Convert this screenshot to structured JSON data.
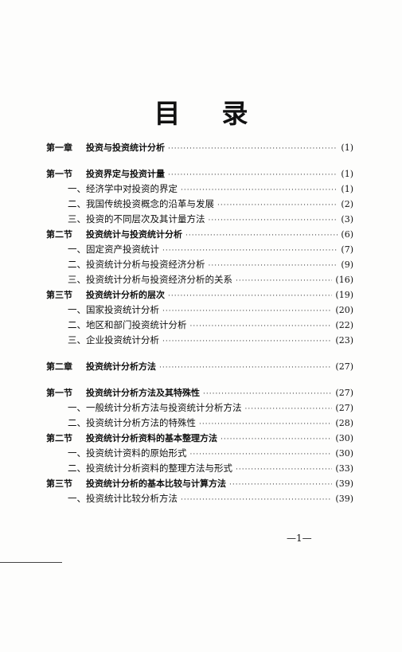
{
  "title_chars": [
    "目",
    "录"
  ],
  "toc": [
    {
      "type": "heading",
      "label": "第一章",
      "text": "投资与投资统计分析",
      "page": "(1)",
      "space_after": "lg"
    },
    {
      "type": "heading",
      "label": "第一节",
      "text": "投资界定与投资计量",
      "page": "(1)"
    },
    {
      "type": "item",
      "label": "一、",
      "text": "经济学中对投资的界定",
      "page": "(1)"
    },
    {
      "type": "item",
      "label": "二、",
      "text": "我国传统投资概念的沿革与发展",
      "page": "(2)"
    },
    {
      "type": "item",
      "label": "三、",
      "text": "投资的不同层次及其计量方法",
      "page": "(3)"
    },
    {
      "type": "heading",
      "label": "第二节",
      "text": "投资统计与投资统计分析",
      "page": "(6)"
    },
    {
      "type": "item",
      "label": "一、",
      "text": "固定资产投资统计",
      "page": "(7)"
    },
    {
      "type": "item",
      "label": "二、",
      "text": "投资统计分析与投资经济分析",
      "page": "(9)"
    },
    {
      "type": "item",
      "label": "三、",
      "text": "投资统计分析与投资经济分析的关系",
      "page": "(16)"
    },
    {
      "type": "heading",
      "label": "第三节",
      "text": "投资统计分析的层次",
      "page": "(19)"
    },
    {
      "type": "item",
      "label": "一、",
      "text": "国家投资统计分析",
      "page": "(20)"
    },
    {
      "type": "item",
      "label": "二、",
      "text": "地区和部门投资统计分析",
      "page": "(22)"
    },
    {
      "type": "item",
      "label": "三、",
      "text": "企业投资统计分析",
      "page": "(23)",
      "space_after": "lg"
    },
    {
      "type": "heading",
      "label": "第二章",
      "text": "投资统计分析方法",
      "page": "(27)",
      "space_after": "lg"
    },
    {
      "type": "heading",
      "label": "第一节",
      "text": "投资统计分析方法及其特殊性",
      "page": "(27)"
    },
    {
      "type": "item",
      "label": "一、",
      "text": "一般统计分析方法与投资统计分析方法",
      "page": "(27)"
    },
    {
      "type": "item",
      "label": "二、",
      "text": "投资统计分析方法的特殊性",
      "page": "(28)"
    },
    {
      "type": "heading",
      "label": "第二节",
      "text": "投资统计分析资料的基本整理方法",
      "page": "(30)"
    },
    {
      "type": "item",
      "label": "一、",
      "text": "投资统计资料的原始形式",
      "page": "(30)"
    },
    {
      "type": "item",
      "label": "二、",
      "text": "投资统计分析资料的整理方法与形式",
      "page": "(33)"
    },
    {
      "type": "heading",
      "label": "第三节",
      "text": "投资统计分析的基本比较与计算方法",
      "page": "(39)"
    },
    {
      "type": "item",
      "label": "一、",
      "text": "投资统计比较分析方法",
      "page": "(39)"
    }
  ],
  "footer": {
    "page_number": "—1—"
  }
}
